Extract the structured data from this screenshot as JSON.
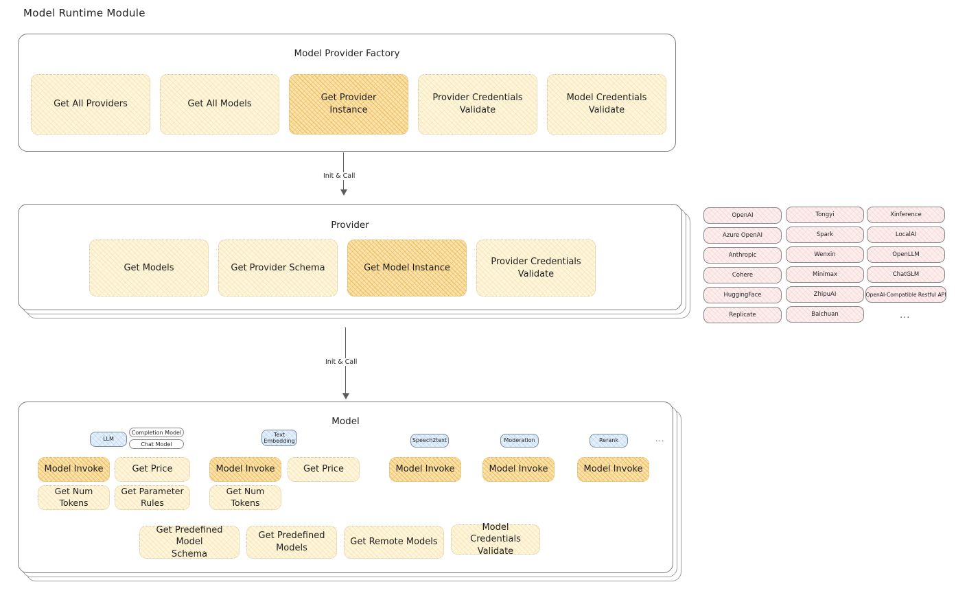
{
  "page": {
    "title": "Model Runtime Module"
  },
  "factory": {
    "title": "Model Provider Factory",
    "nodes": [
      {
        "label": "Get All Providers",
        "highlight": false
      },
      {
        "label": "Get All Models",
        "highlight": false
      },
      {
        "label": "Get Provider\nInstance",
        "highlight": true
      },
      {
        "label": "Provider Credentials\nValidate",
        "highlight": false
      },
      {
        "label": "Model Credentials\nValidate",
        "highlight": false
      }
    ]
  },
  "arrows": {
    "factory_to_provider": "Init & Call",
    "provider_to_model": "Init & Call"
  },
  "provider": {
    "title": "Provider",
    "nodes": [
      {
        "label": "Get Models",
        "highlight": false
      },
      {
        "label": "Get Provider Schema",
        "highlight": false
      },
      {
        "label": "Get Model Instance",
        "highlight": true
      },
      {
        "label": "Provider Credentials\nValidate",
        "highlight": false
      }
    ]
  },
  "provider_list": {
    "columns": [
      [
        "OpenAI",
        "Azure OpenAI",
        "Anthropic",
        "Cohere",
        "HuggingFace",
        "Replicate"
      ],
      [
        "Tongyi",
        "Spark",
        "Wenxin",
        "Minimax",
        "ZhipuAI",
        "Baichuan"
      ],
      [
        "Xinference",
        "LocalAI",
        "OpenLLM",
        "ChatGLM",
        "OpenAI-Compatible Restful API"
      ]
    ],
    "more": "..."
  },
  "model": {
    "title": "Model",
    "more": "...",
    "types": [
      {
        "name": "LLM",
        "style": "blue",
        "subtypes": [
          {
            "label": "Completion Model",
            "style": "white"
          },
          {
            "label": "Chat Model",
            "style": "white"
          }
        ],
        "methods": [
          {
            "label": "Model Invoke",
            "highlight": true
          },
          {
            "label": "Get Price",
            "highlight": false
          },
          {
            "label": "Get Num Tokens",
            "highlight": false
          },
          {
            "label": "Get Parameter\nRules",
            "highlight": false
          }
        ]
      },
      {
        "name": "Text\nEmbedding",
        "style": "blue",
        "subtypes": [],
        "methods": [
          {
            "label": "Model Invoke",
            "highlight": true
          },
          {
            "label": "Get Price",
            "highlight": false
          },
          {
            "label": "Get Num Tokens",
            "highlight": false
          }
        ]
      },
      {
        "name": "Speech2text",
        "style": "blue",
        "subtypes": [],
        "methods": [
          {
            "label": "Model Invoke",
            "highlight": true
          }
        ]
      },
      {
        "name": "Moderation",
        "style": "blue",
        "subtypes": [],
        "methods": [
          {
            "label": "Model Invoke",
            "highlight": true
          }
        ]
      },
      {
        "name": "Rerank",
        "style": "blue",
        "subtypes": [],
        "methods": [
          {
            "label": "Model Invoke",
            "highlight": true
          }
        ]
      }
    ],
    "shared_methods": [
      {
        "label": "Get Predefined Model\nSchema",
        "highlight": false
      },
      {
        "label": "Get Predefined\nModels",
        "highlight": false
      },
      {
        "label": "Get Remote Models",
        "highlight": false
      },
      {
        "label": "Model Credentials\nValidate",
        "highlight": false
      }
    ]
  },
  "colors": {
    "node_fill": "#fdf5dd",
    "node_fill_highlight": "#fbe3b0",
    "provider_chip_fill": "#fdeeee",
    "model_type_fill": "#e3f0fb",
    "stroke": "#1e1e1e"
  }
}
